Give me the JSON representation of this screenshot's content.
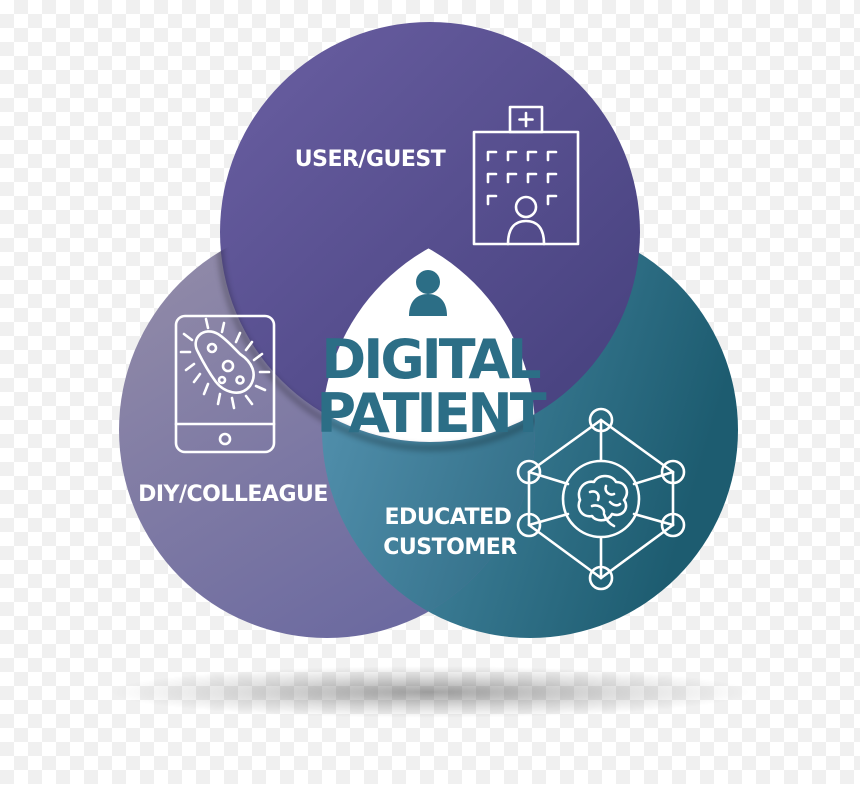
{
  "diagram": {
    "circles": {
      "top": {
        "label": "USER/GUEST",
        "icon": "hospital-patient-icon"
      },
      "left": {
        "label": "DIY/COLLEAGUE",
        "icon": "tablet-bacteria-icon"
      },
      "right": {
        "label_line1": "EDUCATED",
        "label_line2": "CUSTOMER",
        "icon": "brain-network-icon"
      }
    },
    "center": {
      "line1": "DIGITAL",
      "line2": "PATIENT",
      "icon": "person-icon"
    },
    "colors": {
      "top_start": "#6a5fa2",
      "top_end": "#443f7c",
      "left_start": "#928aa8",
      "left_end": "#6d6ba0",
      "right_start": "#5192b0",
      "right_end": "#1f5f73",
      "center_text": "#2c6e86",
      "center_fill": "#ffffff"
    }
  }
}
